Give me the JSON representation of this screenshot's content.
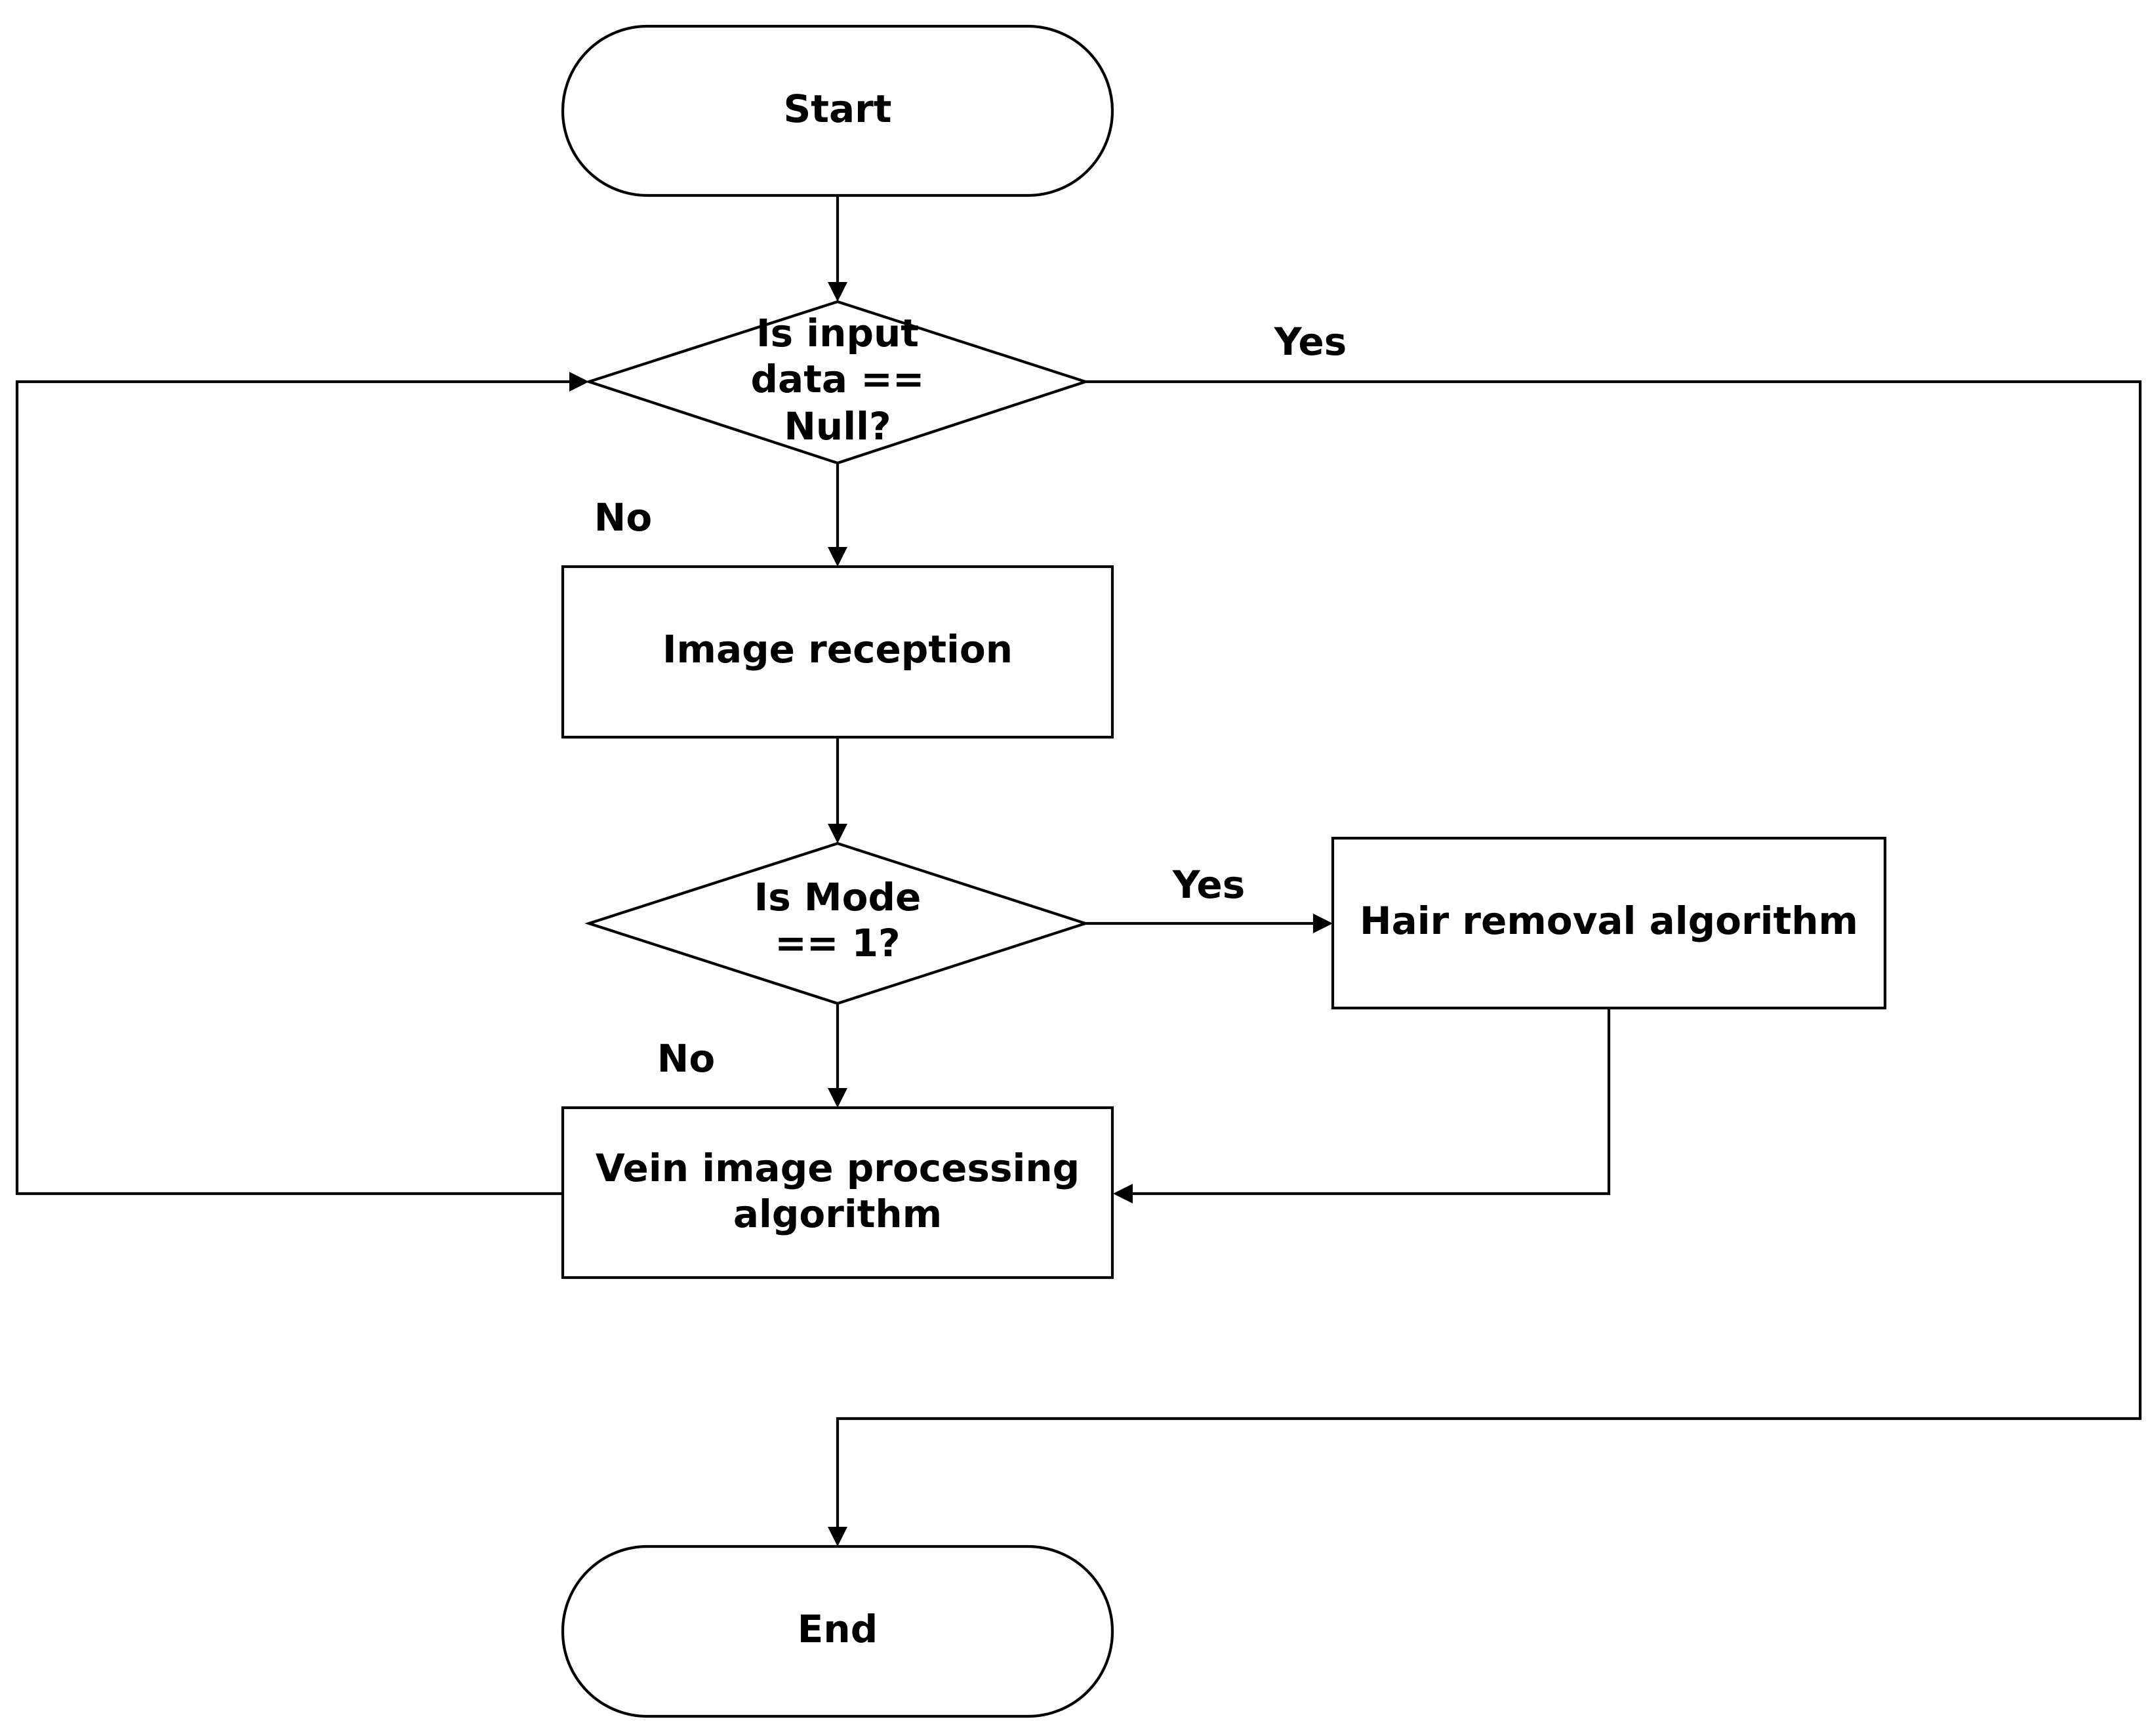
{
  "nodes": {
    "start": "Start",
    "decision_input_null": [
      "Is input",
      "data ==",
      "Null?"
    ],
    "image_reception": "Image reception",
    "decision_mode": [
      "Is Mode",
      "== 1?"
    ],
    "hair_removal": "Hair removal algorithm",
    "vein_processing": [
      "Vein image processing",
      "algorithm"
    ],
    "end": "End"
  },
  "edge_labels": {
    "input_null_yes": "Yes",
    "input_null_no": "No",
    "mode_yes": "Yes",
    "mode_no": "No"
  }
}
